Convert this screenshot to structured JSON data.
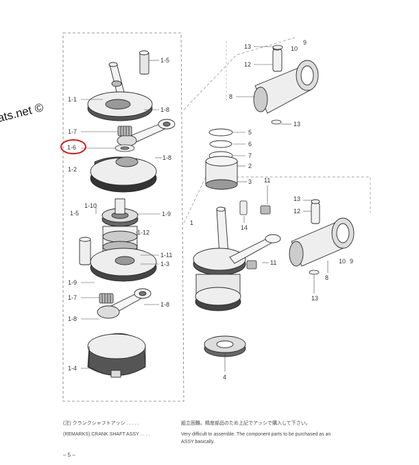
{
  "watermark": "ats.net ©",
  "labels": {
    "l_1_5a": "1-5",
    "l_1_1": "1-1",
    "l_1_8a": "1-8",
    "l_1_7a": "1-7",
    "l_1_6": "1-6",
    "l_1_8b": "1-8",
    "l_1_2": "1-2",
    "l_1_10": "1-10",
    "l_1_5b": "1-5",
    "l_1_9a": "1-9",
    "l_1_12": "1-12",
    "l_1_11": "1-11",
    "l_1_3": "1-3",
    "l_1_9b": "1-9",
    "l_1_7b": "1-7",
    "l_1_8c": "1-8",
    "l_1_4": "1-4",
    "r_13a": "13",
    "r_10a": "10",
    "r_9a": "9",
    "r_12a": "12",
    "r_8a": "8",
    "r_13b": "13",
    "r_5": "5",
    "r_6": "6",
    "r_7": "7",
    "r_2": "2",
    "r_3": "3",
    "r_11a": "11",
    "r_1": "1",
    "r_14": "14",
    "r_11b": "11",
    "r_13c": "13",
    "r_12b": "12",
    "r_10b": "10",
    "r_9b": "9",
    "r_8b": "8",
    "r_13d": "13",
    "r_4": "4"
  },
  "notes": {
    "line1_key": "(注) クランクシャフトアッシ . . . . .",
    "line1_val": "組立困難。精度部品のため上記でアッシで購入して下さい。",
    "line2_key": "(REMARKS) CRANK SHAFT ASSY . . . .",
    "line2_val": "Very difficult to assemble. The component parts to be purchased as an",
    "line3_val": "ASSY basically."
  },
  "page_number": "– 5 –",
  "colors": {
    "highlight_circle": "#c8201e",
    "ink": "#2a2a2a"
  }
}
